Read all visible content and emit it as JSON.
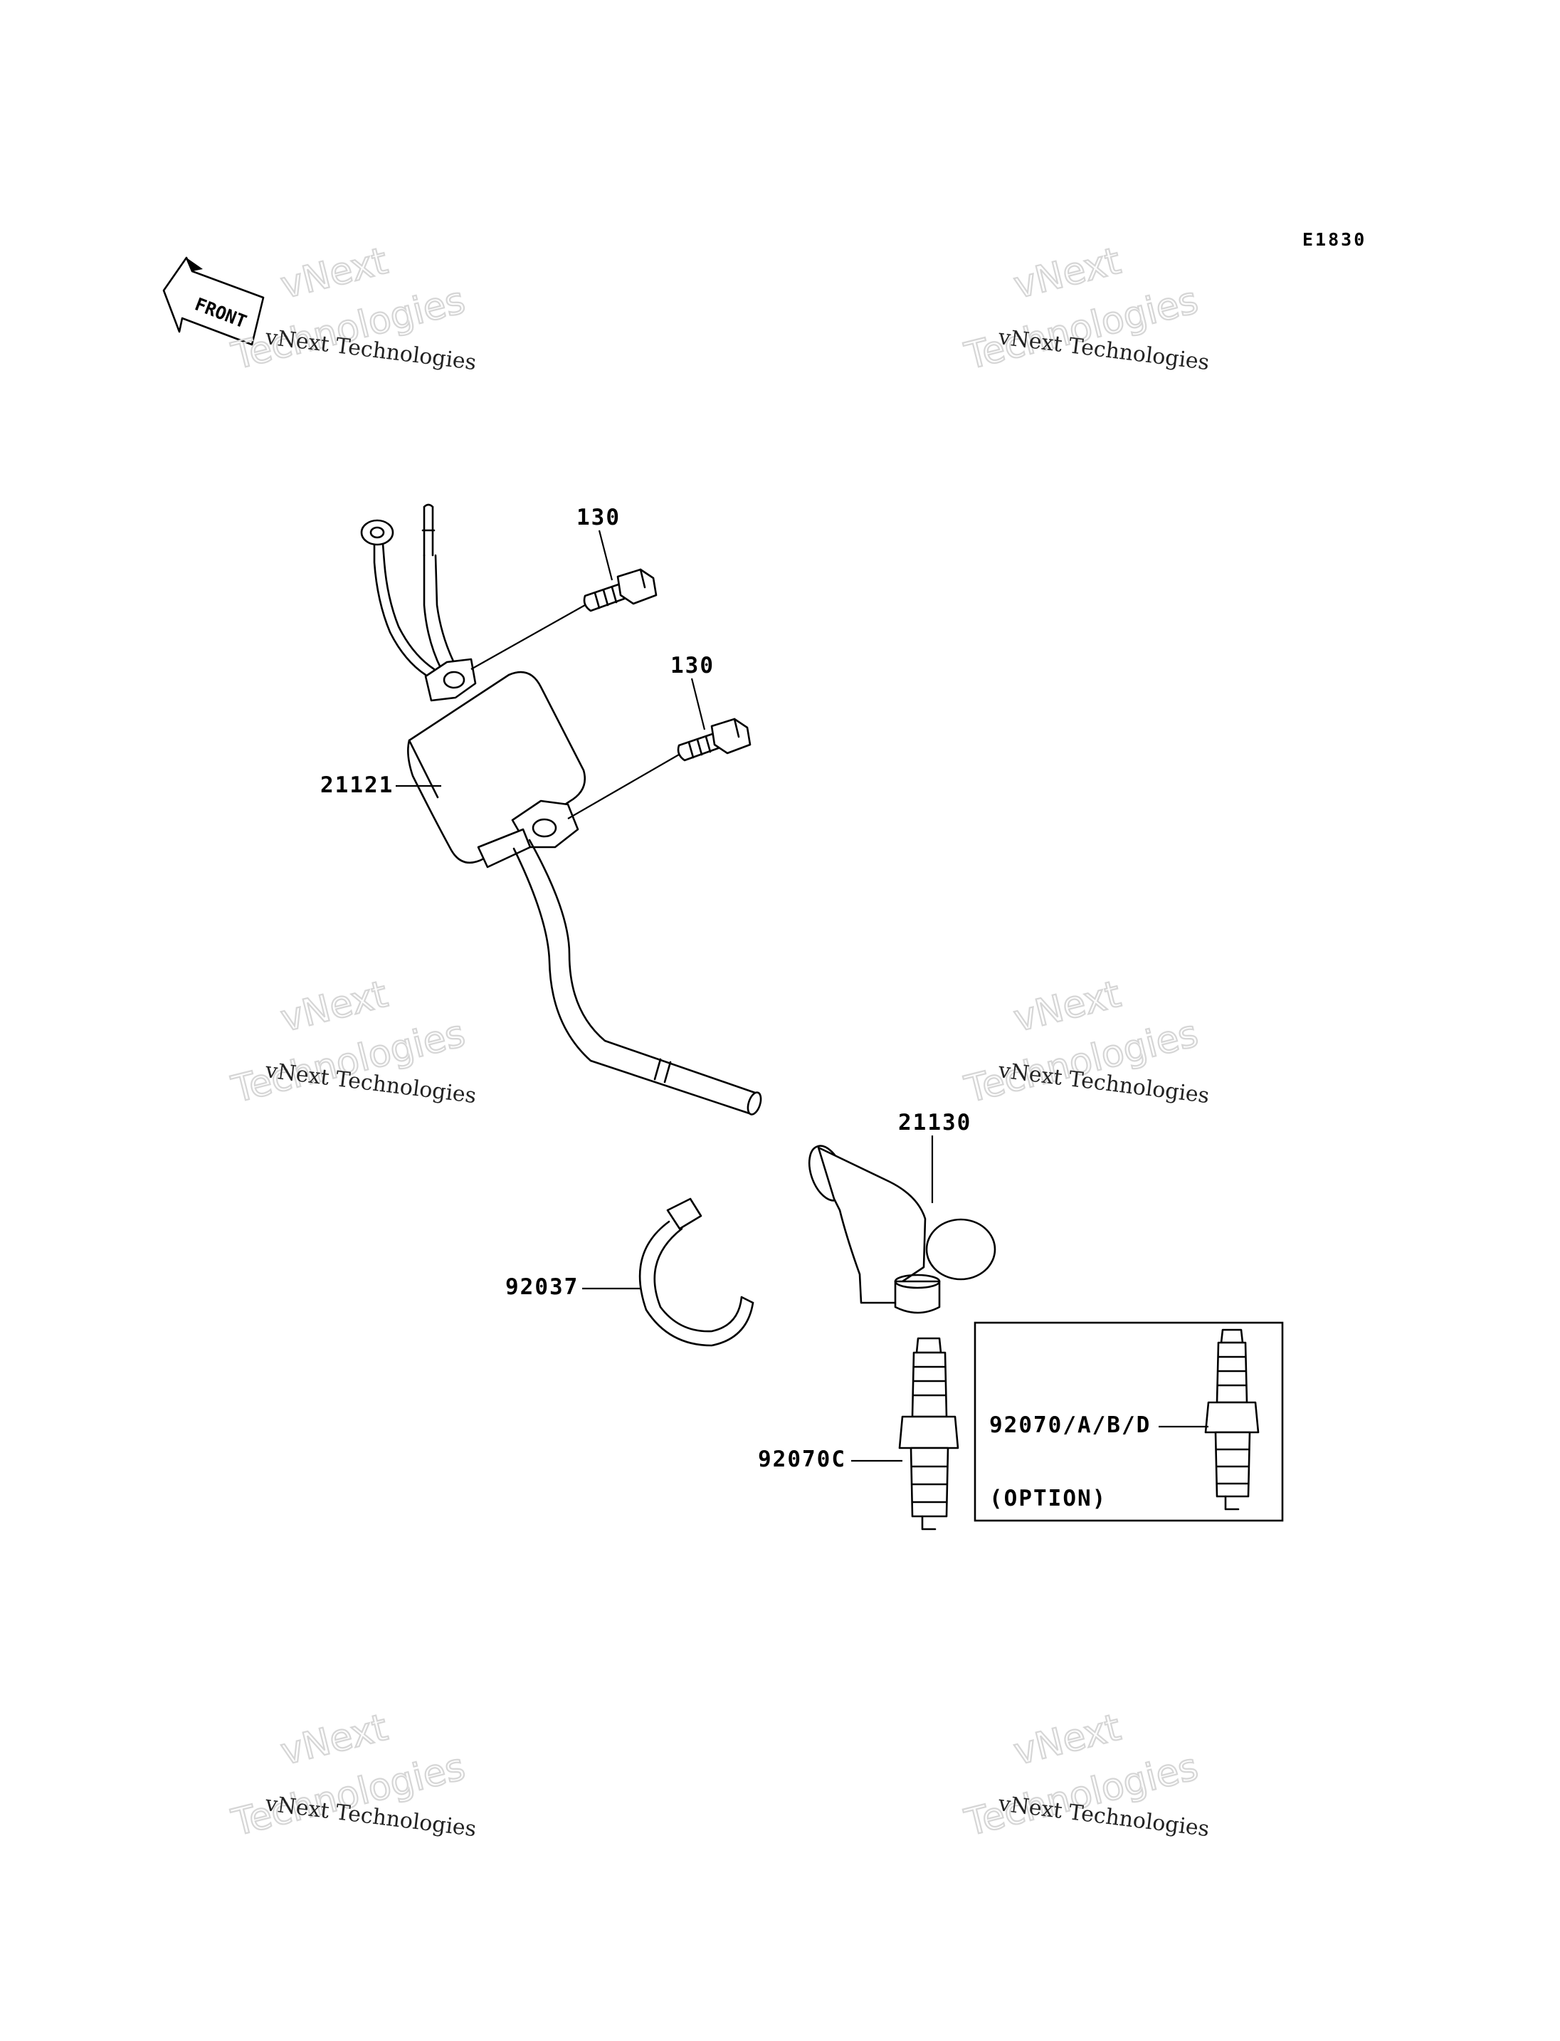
{
  "diagram_code": "E1830",
  "front_marker": "FRONT",
  "watermark": {
    "small": "vNext Technologies",
    "large_line1": "vNext",
    "large_line2": "Technologies"
  },
  "parts": [
    {
      "id": "bolt_upper",
      "label": "130"
    },
    {
      "id": "bolt_lower",
      "label": "130"
    },
    {
      "id": "ignition_coil",
      "label": "21121"
    },
    {
      "id": "plug_cap",
      "label": "21130"
    },
    {
      "id": "band",
      "label": "92037"
    },
    {
      "id": "spark_plug",
      "label": "92070C"
    },
    {
      "id": "spark_plug_option",
      "label": "92070/A/B/D"
    }
  ],
  "option_box": {
    "note": "(OPTION)"
  }
}
